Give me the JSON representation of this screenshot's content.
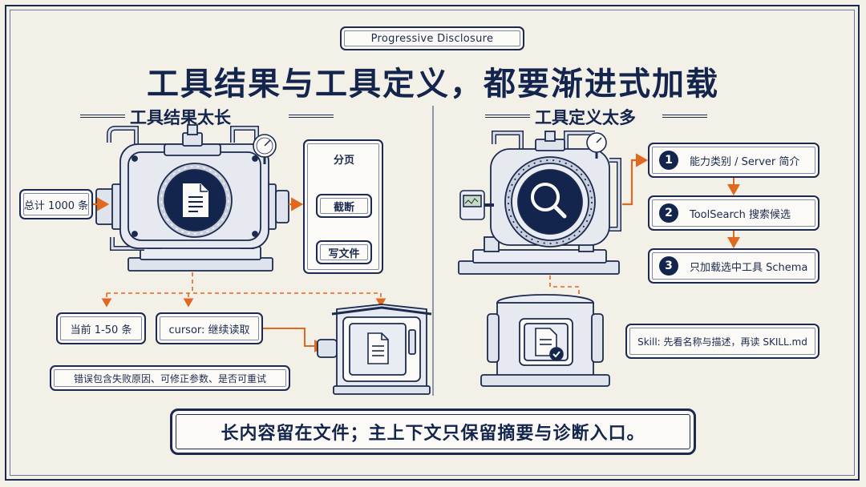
{
  "header": {
    "tag": "Progressive Disclosure",
    "title": "工具结果与工具定义，都要渐进式加载"
  },
  "left": {
    "title": "工具结果太长",
    "input_label": "总计 1000 条",
    "steps": [
      "分页",
      "截断",
      "写文件"
    ],
    "current_page": "当前 1-50 条",
    "cursor": "cursor: 继续读取",
    "error_note": "错误包含失败原因、可修正参数、是否可重试"
  },
  "right": {
    "title": "工具定义太多",
    "steps": [
      {
        "num": "1",
        "label": "能力类别 / Server 简介"
      },
      {
        "num": "2",
        "label": "ToolSearch 搜索候选"
      },
      {
        "num": "3",
        "label": "只加载选中工具 Schema"
      }
    ],
    "skill_note": "Skill: 先看名称与描述，再读 SKILL.md"
  },
  "footer": {
    "summary": "长内容留在文件；主上下文只保留摘要与诊断入口。"
  },
  "colors": {
    "navy": "#14254d",
    "accent_orange": "#e0691f",
    "paper": "#f3f0e8"
  },
  "icons": [
    "document-icon",
    "magnifier-icon",
    "document-check-icon",
    "pressure-gauge-icon",
    "digital-gauge-icon"
  ]
}
